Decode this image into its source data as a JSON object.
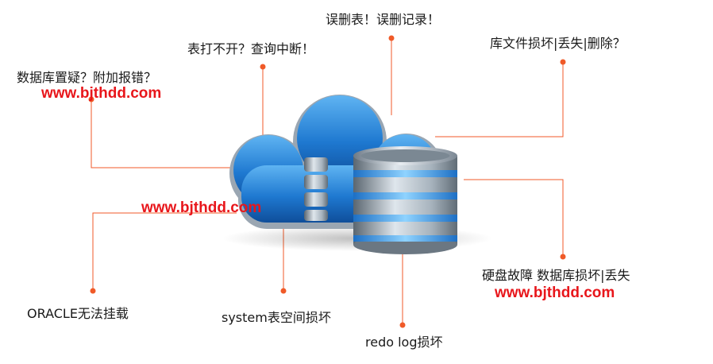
{
  "labels": {
    "top_center": "误删表！误删记录！",
    "top_right": "库文件损坏|丢失|删除？",
    "upper_mid": "表打不开？查询中断！",
    "upper_left": "数据库置疑？附加报错？",
    "lower_right": "硬盘故障 数据库损坏|丢失",
    "bottom_left": "ORACLE无法挂载",
    "bottom_mid": "system表空间损坏",
    "bottom_center": "redo log损坏"
  },
  "watermarks": {
    "upper_left": "www.bjthdd.com",
    "center": "www.bjthdd.com",
    "lower_right": "www.bjthdd.com"
  },
  "colors": {
    "connector": "#f05a28",
    "watermark": "#e8161b",
    "cloud_blue": "#1e78d0",
    "cylinder_steel": "#8a98a6"
  }
}
